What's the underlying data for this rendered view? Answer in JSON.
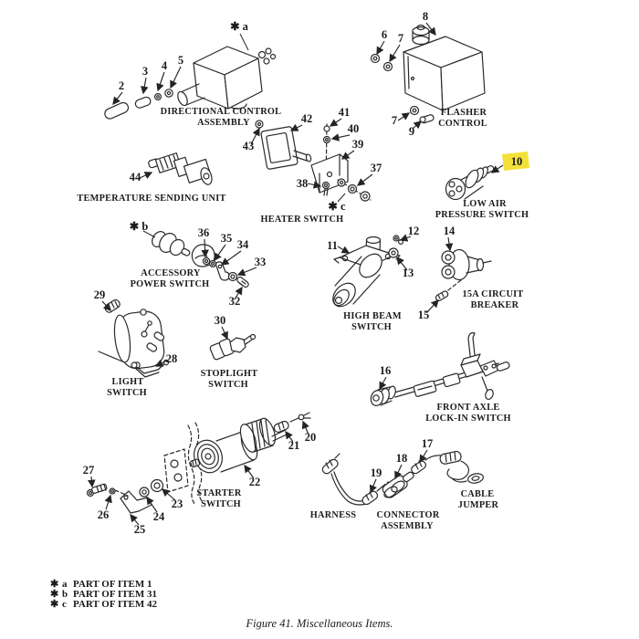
{
  "figure": {
    "caption": "Figure 41.  Miscellaneous Items."
  },
  "highlight": {
    "color": "#f3e13a",
    "item": "10"
  },
  "legend": {
    "items": [
      {
        "marker": "✱",
        "letter": "a",
        "text": "PART OF ITEM 1"
      },
      {
        "marker": "✱",
        "letter": "b",
        "text": "PART OF ITEM 31"
      },
      {
        "marker": "✱",
        "letter": "c",
        "text": "PART OF ITEM 42"
      }
    ]
  },
  "components": [
    {
      "id": "directional-control-assembly",
      "label_lines": [
        "DIRECTIONAL CONTROL",
        "ASSEMBLY"
      ],
      "callouts": [
        "2",
        "3",
        "4",
        "5"
      ],
      "ref": "✱ a"
    },
    {
      "id": "flasher-control",
      "label_lines": [
        "FLASHER",
        "CONTROL"
      ],
      "callouts": [
        "8",
        "6",
        "7",
        "7",
        "9"
      ]
    },
    {
      "id": "heater-switch",
      "label_lines": [
        "HEATER SWITCH"
      ],
      "callouts": [
        "42",
        "43",
        "41",
        "40",
        "39",
        "38",
        "37"
      ],
      "ref": "✱ c"
    },
    {
      "id": "low-air-pressure-switch",
      "label_lines": [
        "LOW AIR",
        "PRESSURE SWITCH"
      ],
      "callouts": [
        "10"
      ],
      "highlighted_callout": "10"
    },
    {
      "id": "temperature-sending-unit",
      "label_lines": [
        "TEMPERATURE SENDING UNIT"
      ],
      "callouts": [
        "44"
      ]
    },
    {
      "id": "accessory-power-switch",
      "label_lines": [
        "ACCESSORY",
        "POWER SWITCH"
      ],
      "callouts": [
        "36",
        "35",
        "34",
        "33",
        "32"
      ],
      "ref": "✱ b"
    },
    {
      "id": "high-beam-switch",
      "label_lines": [
        "HIGH BEAM",
        "SWITCH"
      ],
      "callouts": [
        "11",
        "12",
        "13"
      ]
    },
    {
      "id": "circuit-breaker-15a",
      "label_lines": [
        "15A CIRCUIT",
        "BREAKER"
      ],
      "callouts": [
        "14",
        "15"
      ]
    },
    {
      "id": "light-switch",
      "label_lines": [
        "LIGHT",
        "SWITCH"
      ],
      "callouts": [
        "29",
        "28"
      ]
    },
    {
      "id": "stoplight-switch",
      "label_lines": [
        "STOPLIGHT",
        "SWITCH"
      ],
      "callouts": [
        "30"
      ]
    },
    {
      "id": "front-axle-lock-in-switch",
      "label_lines": [
        "FRONT AXLE",
        "LOCK-IN SWITCH"
      ],
      "callouts": [
        "16"
      ]
    },
    {
      "id": "starter-switch",
      "label_lines": [
        "STARTER",
        "SWITCH"
      ],
      "callouts": [
        "27",
        "26",
        "25",
        "24",
        "23",
        "22",
        "21",
        "20"
      ]
    },
    {
      "id": "harness",
      "label_lines": [
        "HARNESS"
      ],
      "callouts": [
        "19"
      ]
    },
    {
      "id": "connector-assembly",
      "label_lines": [
        "CONNECTOR",
        "ASSEMBLY"
      ],
      "callouts": [
        "18"
      ]
    },
    {
      "id": "cable-jumper",
      "label_lines": [
        "CABLE",
        "JUMPER"
      ],
      "callouts": [
        "17"
      ]
    }
  ]
}
